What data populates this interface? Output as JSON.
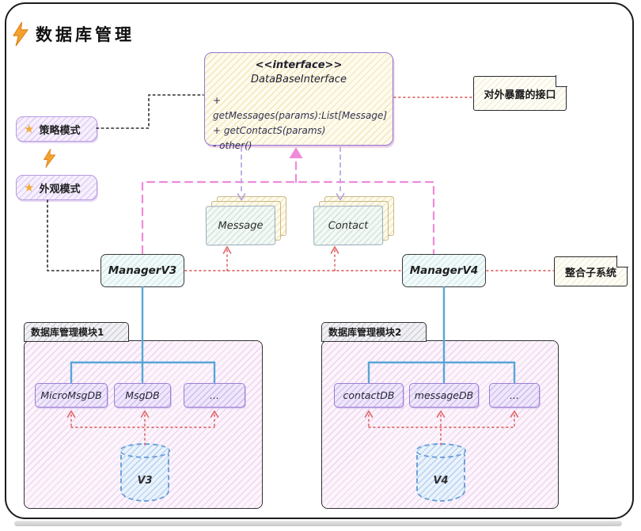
{
  "title": "数据库管理",
  "interface": {
    "stereotype": "<<interface>>",
    "name": "DataBaseInterface",
    "methods": [
      "+ getMessages(params):List[Message]",
      "+ getContactS(params)",
      "- other()"
    ]
  },
  "badges": {
    "star_icon": "★",
    "strategy": "策略模式",
    "facade": "外观模式"
  },
  "notes": {
    "exposed_api": "对外暴露的接口",
    "integration": "整合子系统"
  },
  "doc_stacks": {
    "message": "Message",
    "contact": "Contact"
  },
  "managers": {
    "v3": "ManagerV3",
    "v4": "ManagerV4"
  },
  "modules": [
    {
      "title": "数据库管理模块1",
      "databases": [
        "MicroMsgDB",
        "MsgDB",
        "..."
      ],
      "store": "V3"
    },
    {
      "title": "数据库管理模块2",
      "databases": [
        "contactDB",
        "messageDB",
        "..."
      ],
      "store": "V4"
    }
  ],
  "colors": {
    "interface_border": "#8f7ad0",
    "pink_connector": "#ef8ad8",
    "red_connector": "#e06a6a",
    "blue_connector": "#57a6d6",
    "lavender_connector": "#b9a7dd",
    "black_connector": "#2b2b2b",
    "accent_orange": "#f6a12e"
  }
}
